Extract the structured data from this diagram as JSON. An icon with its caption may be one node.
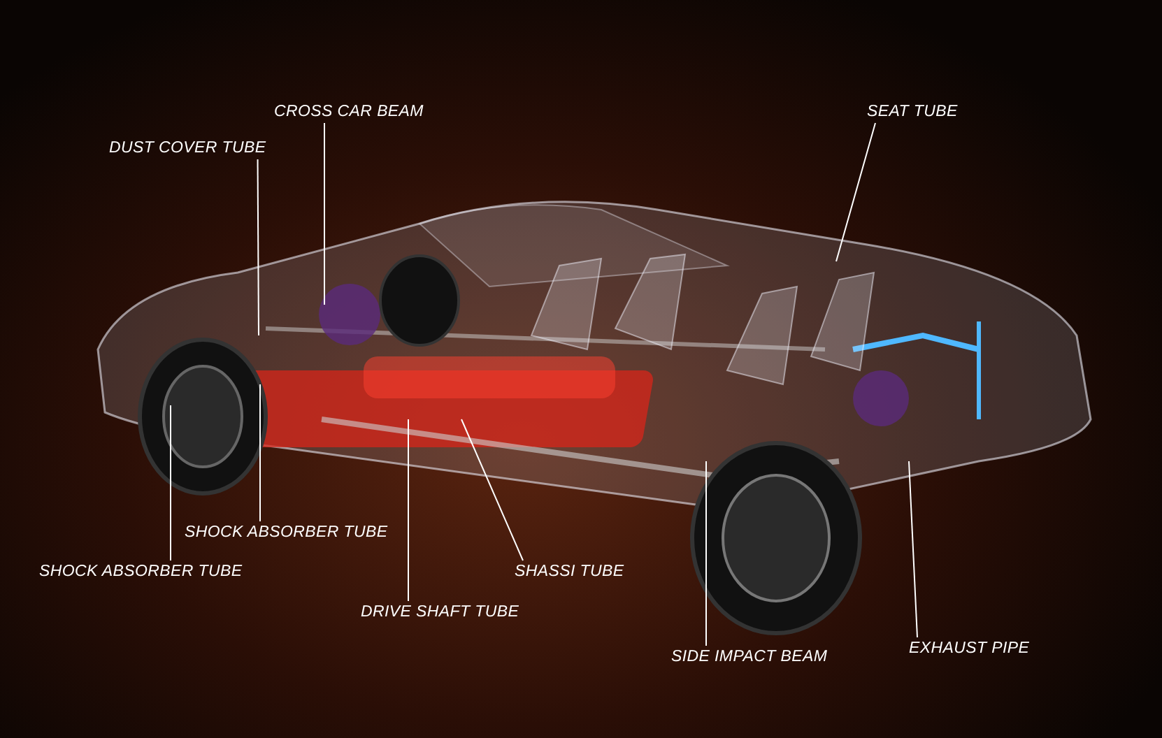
{
  "diagram": {
    "nodes": [
      {
        "text": [
          "CROSS CAR BEAM"
        ]
      },
      {
        "text": [
          "DUST COVER TUBE"
        ]
      },
      {
        "text": [
          "SEAT TUBE"
        ]
      },
      {
        "text": [
          "SHOCK ABSORBER TUBE"
        ]
      },
      {
        "text": [
          "SHOCK ABSORBER TUBE"
        ]
      },
      {
        "text": [
          "SHASSI TUBE"
        ]
      },
      {
        "text": [
          "DRIVE SHAFT TUBE"
        ]
      },
      {
        "text": [
          "SIDE IMPACT BEAM"
        ]
      },
      {
        "text": [
          "EXHAUST PIPE"
        ]
      }
    ],
    "edges": [
      {
        "from": 0,
        "to": null,
        "arrow": "none"
      },
      {
        "from": 1,
        "to": null,
        "arrow": "none"
      },
      {
        "from": 2,
        "to": null,
        "arrow": "none"
      },
      {
        "from": 3,
        "to": null,
        "arrow": "none"
      },
      {
        "from": 4,
        "to": null,
        "arrow": "none"
      },
      {
        "from": 5,
        "to": null,
        "arrow": "none"
      },
      {
        "from": 6,
        "to": null,
        "arrow": "none"
      },
      {
        "from": 7,
        "to": null,
        "arrow": "none"
      },
      {
        "from": 8,
        "to": null,
        "arrow": "none"
      }
    ]
  }
}
